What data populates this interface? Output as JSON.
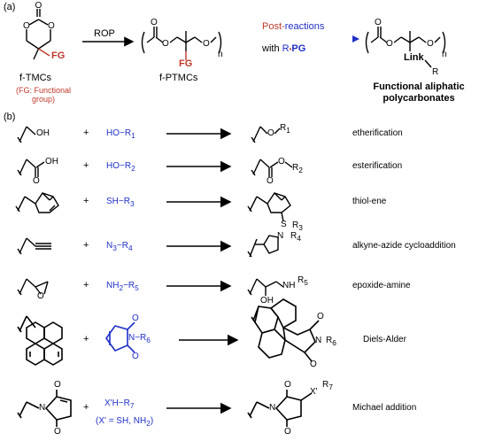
{
  "panel_a": {
    "label": "(a)",
    "monomer_name": "f-TMCs",
    "fg_note_line1": "(FG: Functional",
    "fg_note_line2": "group)",
    "fg_label": "FG",
    "step1_label": "ROP",
    "polymer_name": "f-PTMCs",
    "polymer_fg": "FG",
    "subscript_n": "n",
    "step2_part1": "Post-",
    "step2_part2": "reactions",
    "step2_with": "with",
    "step2_reagent_r": "R",
    "step2_reagent_pg": "PG",
    "product_link": "Link",
    "product_r": "R",
    "product_line1": "Functional aliphatic",
    "product_line2": "polycarbonates",
    "colors": {
      "red": "#c0392b",
      "blue": "#1f2fc8",
      "arrow_red": "#c0392b",
      "arrow_blue": "#1f2fc8"
    }
  },
  "panel_b": {
    "label": "(b)",
    "plus": "+",
    "rows": [
      {
        "reagent": "HO−R",
        "sub": "1",
        "reaction": "etherification",
        "product_sub": "1"
      },
      {
        "reagent": "HO−R",
        "sub": "2",
        "reaction": "esterification",
        "product_sub": "2"
      },
      {
        "reagent": "SH−R",
        "sub": "3",
        "reaction": "thiol-ene",
        "product_sub": "3"
      },
      {
        "reagent": "N",
        "reagent_sub": "3",
        "reagent_rest": "−R",
        "sub": "4",
        "reaction": "alkyne-azide cycloaddition",
        "product_sub": "4"
      },
      {
        "reagent": "NH",
        "reagent_sub": "2",
        "reagent_rest": "−R",
        "sub": "5",
        "reaction": "epoxide-amine",
        "product_sub": "5"
      },
      {
        "reagent": "N−R",
        "sub": "6",
        "reaction": "Diels-Alder",
        "product_sub": "6"
      },
      {
        "reagent": "X'H−R",
        "sub": "7",
        "reaction": "Michael addition",
        "product_sub": "7",
        "note": "(X' = SH, NH",
        "note_sub": "2",
        "note_end": ")"
      }
    ],
    "atom_labels": {
      "oh": "OH",
      "o": "O",
      "s": "S",
      "n": "N",
      "nh": "NH",
      "r": "R",
      "xprime": "X'"
    }
  }
}
